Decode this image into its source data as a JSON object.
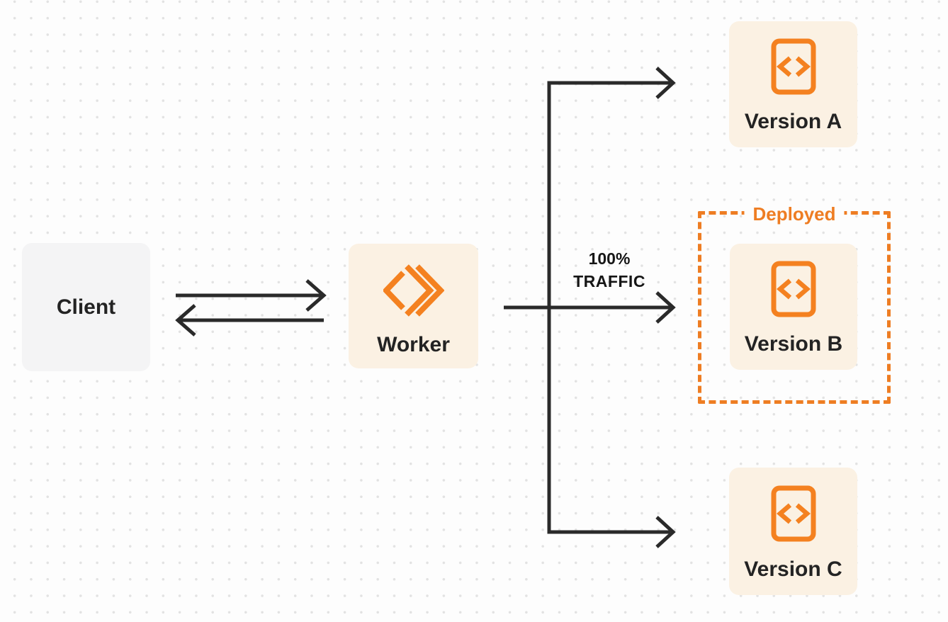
{
  "colors": {
    "background": "#fdfdfd",
    "dot_grid": "#e2e2e2",
    "accent_orange": "#ee7d23",
    "icon_orange": "#f48120",
    "box_cream": "#fbf1e3",
    "box_gray": "#f4f4f5",
    "arrow_dark": "#2a2a2a",
    "text_dark": "#232323"
  },
  "nodes": {
    "client": {
      "label": "Client"
    },
    "worker": {
      "label": "Worker",
      "icon": "workers-logo-icon"
    },
    "version_a": {
      "label": "Version A",
      "icon": "code-file-icon"
    },
    "version_b": {
      "label": "Version B",
      "icon": "code-file-icon"
    },
    "version_c": {
      "label": "Version C",
      "icon": "code-file-icon"
    }
  },
  "annotations": {
    "deployed_label": "Deployed",
    "traffic_percent": "100%",
    "traffic_word": "TRAFFIC"
  }
}
